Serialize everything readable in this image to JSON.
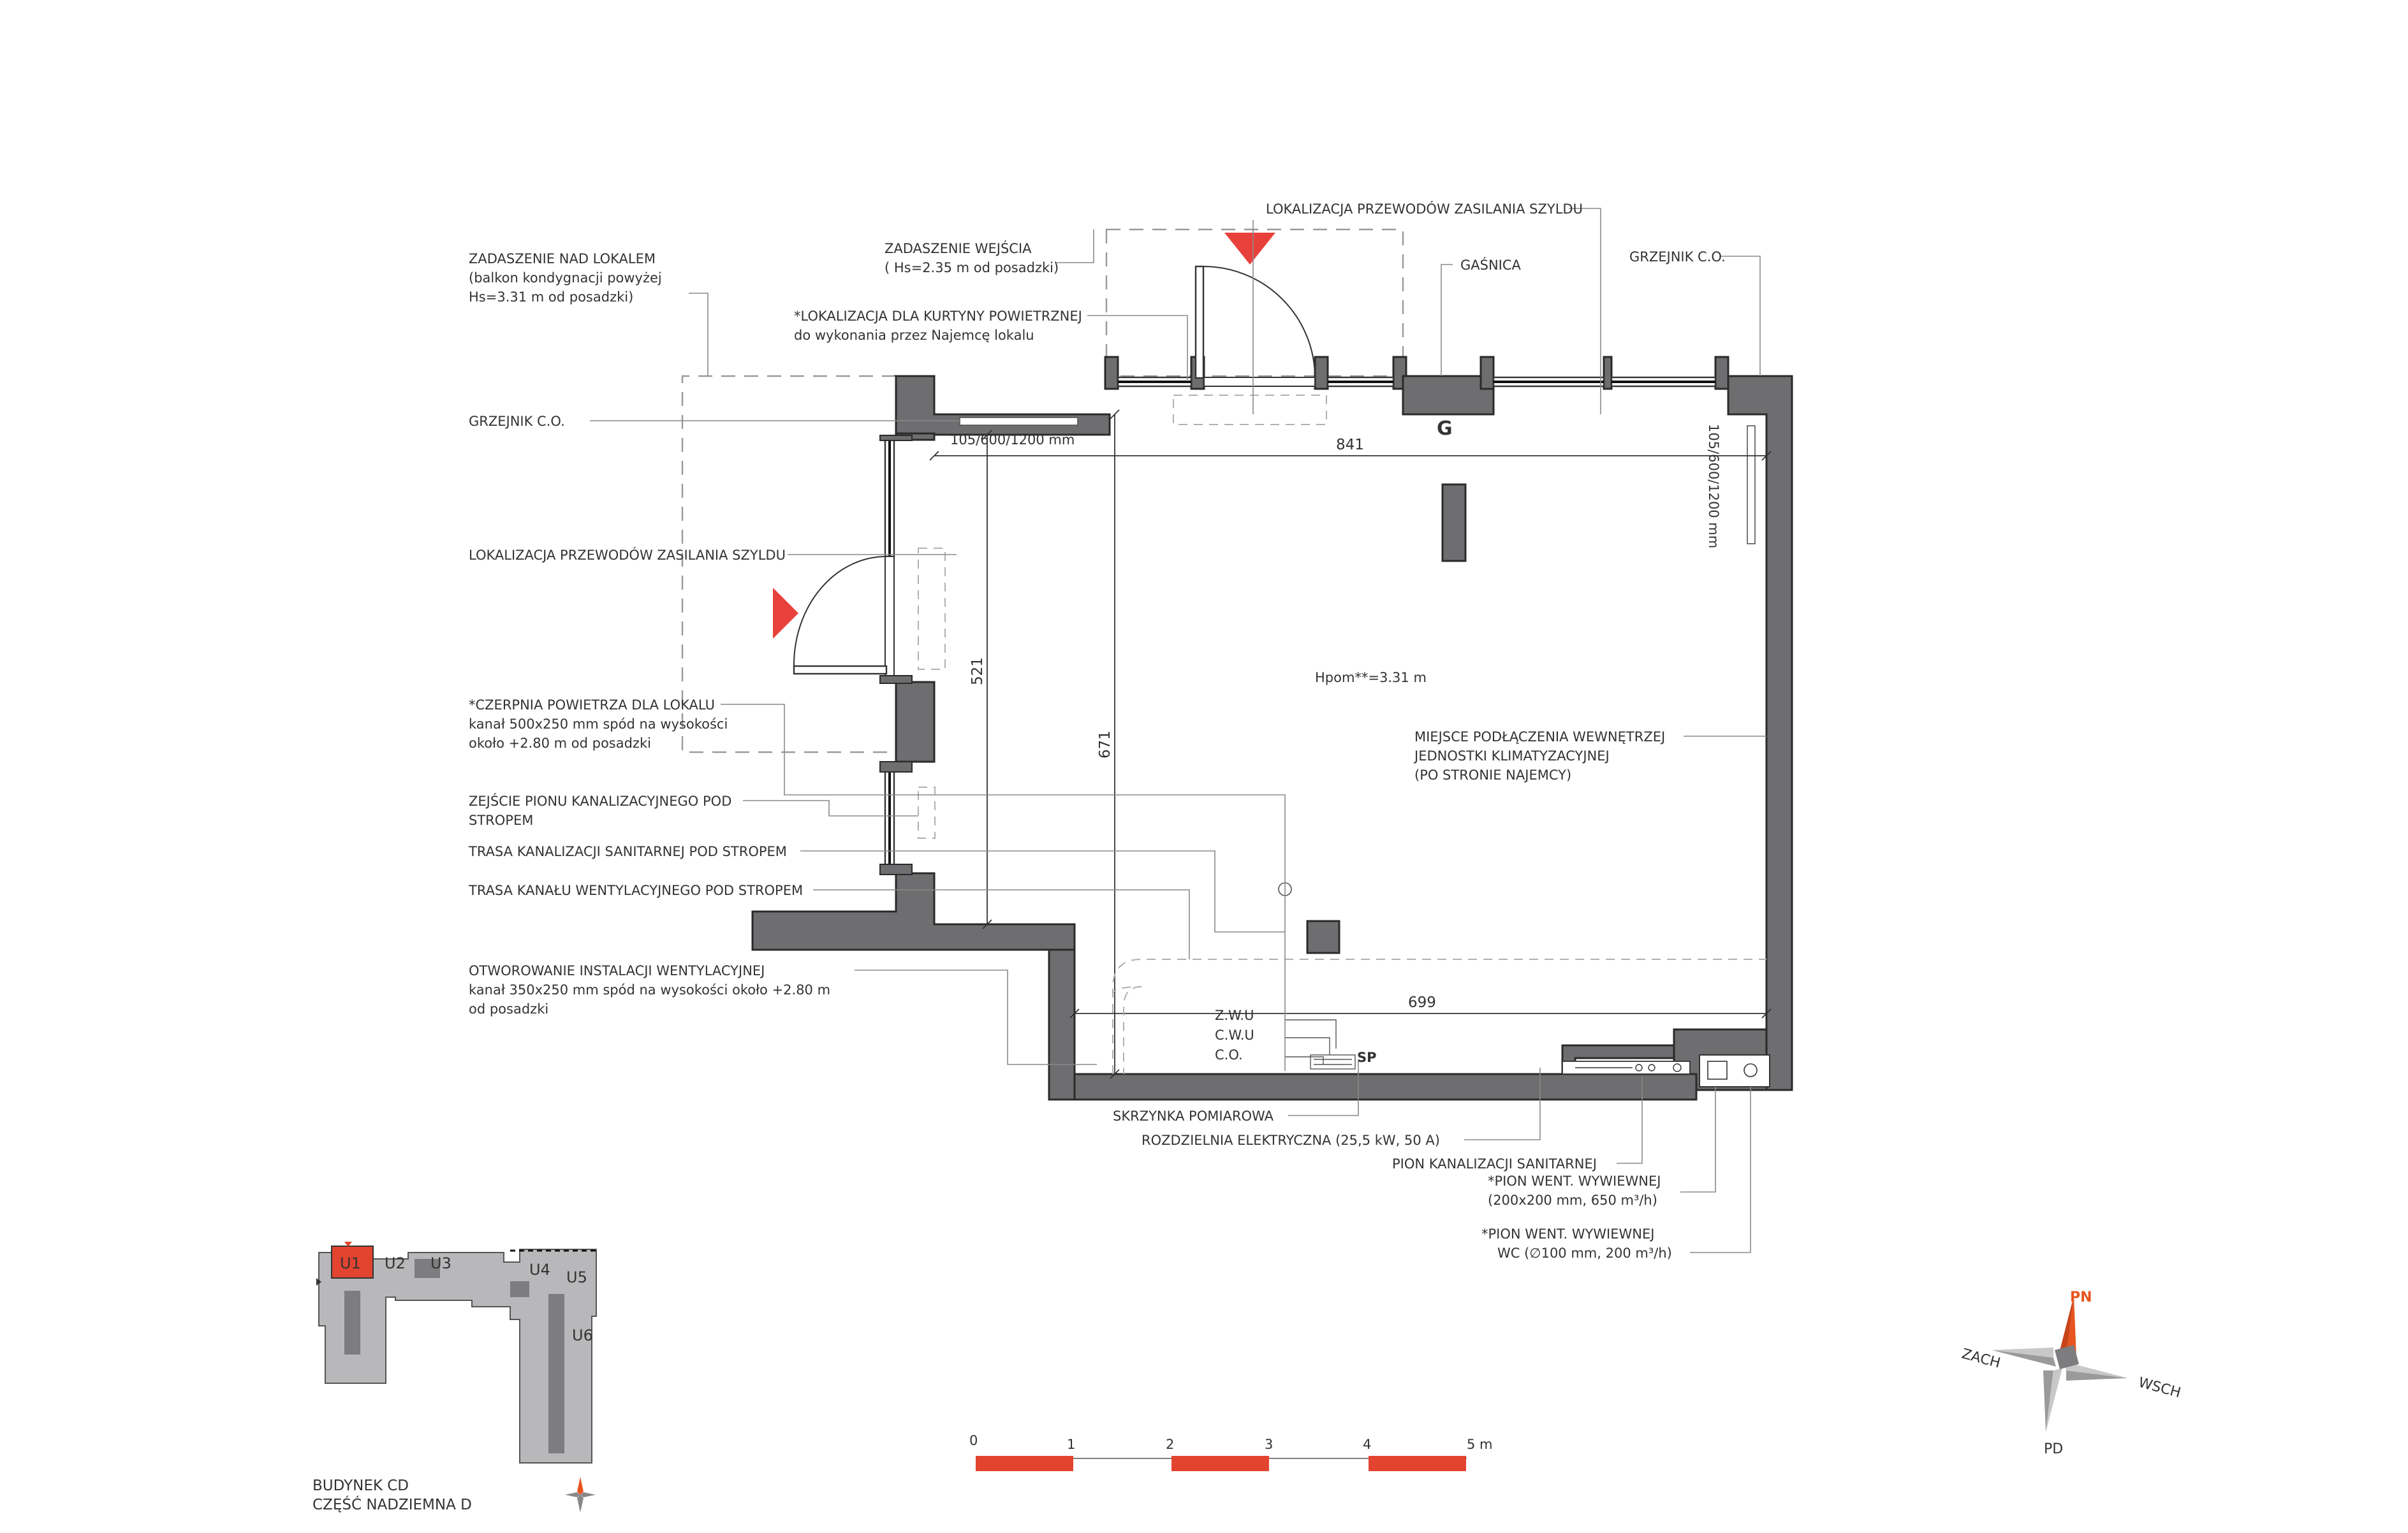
{
  "colors": {
    "wall": "#6e6e70",
    "wall_outline": "#2a2a2a",
    "accent_red": "#e2442f",
    "entrance_marker": "#e8413b",
    "unit_highlight": "#e2442f",
    "keyplan_grey": "#b8b8ba",
    "keyplan_dark": "#7d7d80",
    "compass_orange": "#e8541e"
  },
  "labels": {
    "zadaszenie_nad_lokalem": [
      "ZADASZENIE NAD LOKALEM",
      "(balkon kondygnacji powyżej",
      "Hs=3.31 m od posadzki)"
    ],
    "zadaszenie_wejscia": [
      "ZADASZENIE WEJŚCIA",
      "( Hs=2.35 m od posadzki)"
    ],
    "kurtyna": [
      "*LOKALIZACJA DLA KURTYNY POWIETRZNEJ",
      "do wykonania przez Najemcę lokalu"
    ],
    "przewody_szyldu_top": "LOKALIZACJA PRZEWODÓW ZASILANIA SZYLDU",
    "gasnica": "GAŚNICA",
    "grzejnik_top_right": "GRZEJNIK C.O.",
    "grzejnik_left": "GRZEJNIK C.O.",
    "przewody_szyldu_left": "LOKALIZACJA PRZEWODÓW ZASILANIA SZYLDU",
    "czerpnia": [
      "*CZERPNIA POWIETRZA DLA LOKALU",
      "kanał 500x250 mm spód na wysokości",
      "około +2.80 m od posadzki"
    ],
    "zejscie_pionu": [
      "ZEJŚCIE PIONU KANALIZACYJNEGO POD",
      "STROPEM"
    ],
    "trasa_kanalizacji": "TRASA KANALIZACJI SANITARNEJ POD STROPEM",
    "trasa_kanalu": "TRASA KANAŁU WENTYLACYJNEGO POD STROPEM",
    "otworowanie": [
      "OTWOROWANIE INSTALACJI WENTYLACYJNEJ",
      "kanał 350x250 mm spód  na wysokości  około +2.80 m",
      "od posadzki"
    ],
    "miejsce_podlaczenia": [
      "MIEJSCE PODŁĄCZENIA  WEWNĘTRZEJ",
      "JEDNOSTKI KLIMATYZACYJNEJ",
      "(PO STRONIE NAJEMCY)"
    ],
    "hpom": "Hpom**=3.31 m",
    "gasnica_symbol": "G",
    "zwu": "Z.W.U",
    "cwu": "C.W.U",
    "co": "C.O.",
    "sp": "SP",
    "skrzynka": "SKRZYNKA POMIAROWA",
    "rozdzielnia": "ROZDZIELNIA ELEKTRYCZNA (25,5 kW, 50 A)",
    "pion_kanalizacji": "PION KANALIZACJI SANITARNEJ",
    "pion_went_1": [
      "*PION WENT. WYWIEWNEJ",
      "(200x200 mm, 650 m³/h)"
    ],
    "pion_went_2": [
      "*PION WENT. WYWIEWNEJ",
      "WC (∅100 mm, 200 m³/h)"
    ]
  },
  "dimensions": {
    "radiator_top": "105/600/1200 mm",
    "radiator_right": "105/600/1200 mm",
    "width_top": "841",
    "height_left": "521",
    "height_mid": "671",
    "width_bottom": "699"
  },
  "scale_bar": {
    "ticks": [
      "0",
      "1",
      "2",
      "3",
      "4",
      "5 m"
    ],
    "filled_segments": [
      0,
      2,
      4
    ]
  },
  "keyplan": {
    "units": [
      "U1",
      "U2",
      "U3",
      "U4",
      "U5",
      "U6"
    ],
    "highlighted_unit": "U1",
    "caption": [
      "BUDYNEK CD",
      "CZĘŚĆ NADZIEMNA D"
    ]
  },
  "compass": {
    "north": "PN",
    "south": "PD",
    "east": "WSCH",
    "west": "ZACH"
  }
}
